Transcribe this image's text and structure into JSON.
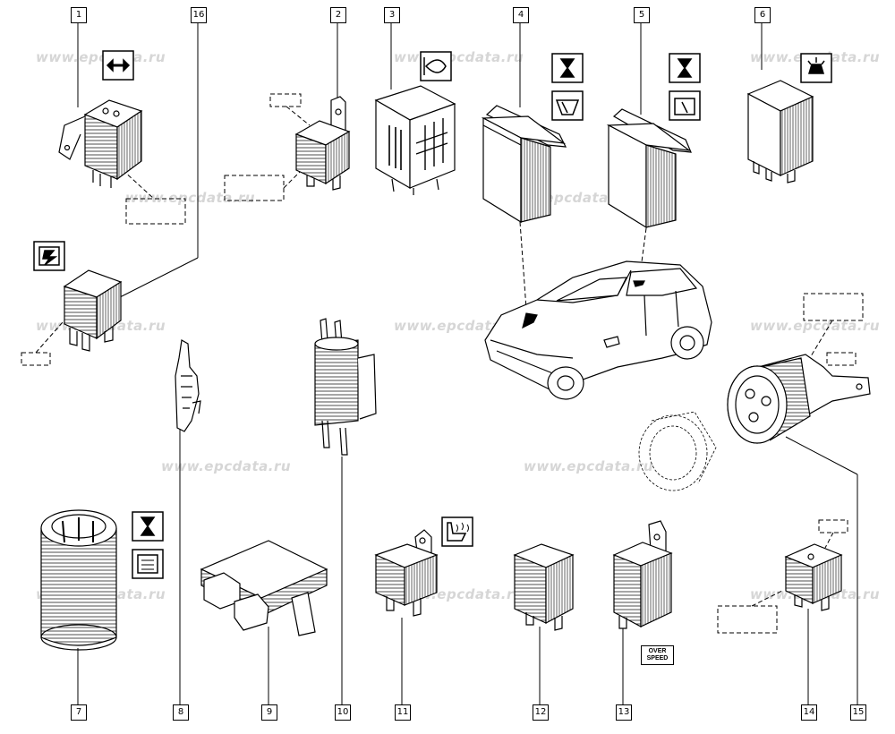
{
  "watermark": "www.epcdata.ru",
  "callouts": [
    "1",
    "2",
    "3",
    "4",
    "5",
    "6",
    "7",
    "8",
    "9",
    "10",
    "11",
    "12",
    "13",
    "14",
    "15",
    "16"
  ],
  "overspeed_label": "OVER SPEED",
  "icons": {
    "item1": "arrows-left-right-icon",
    "item16": "seat-heater-lightning-icon",
    "item3": "headlamp-icon",
    "item4": [
      "hourglass-timer-icon",
      "front-wiper-icon"
    ],
    "item5": [
      "hourglass-timer-icon",
      "rear-wiper-icon"
    ],
    "item6": "interior-light-icon",
    "item7": [
      "hourglass-timer-icon",
      "rear-window-defrost-icon"
    ],
    "item11": "heated-seat-icon"
  }
}
